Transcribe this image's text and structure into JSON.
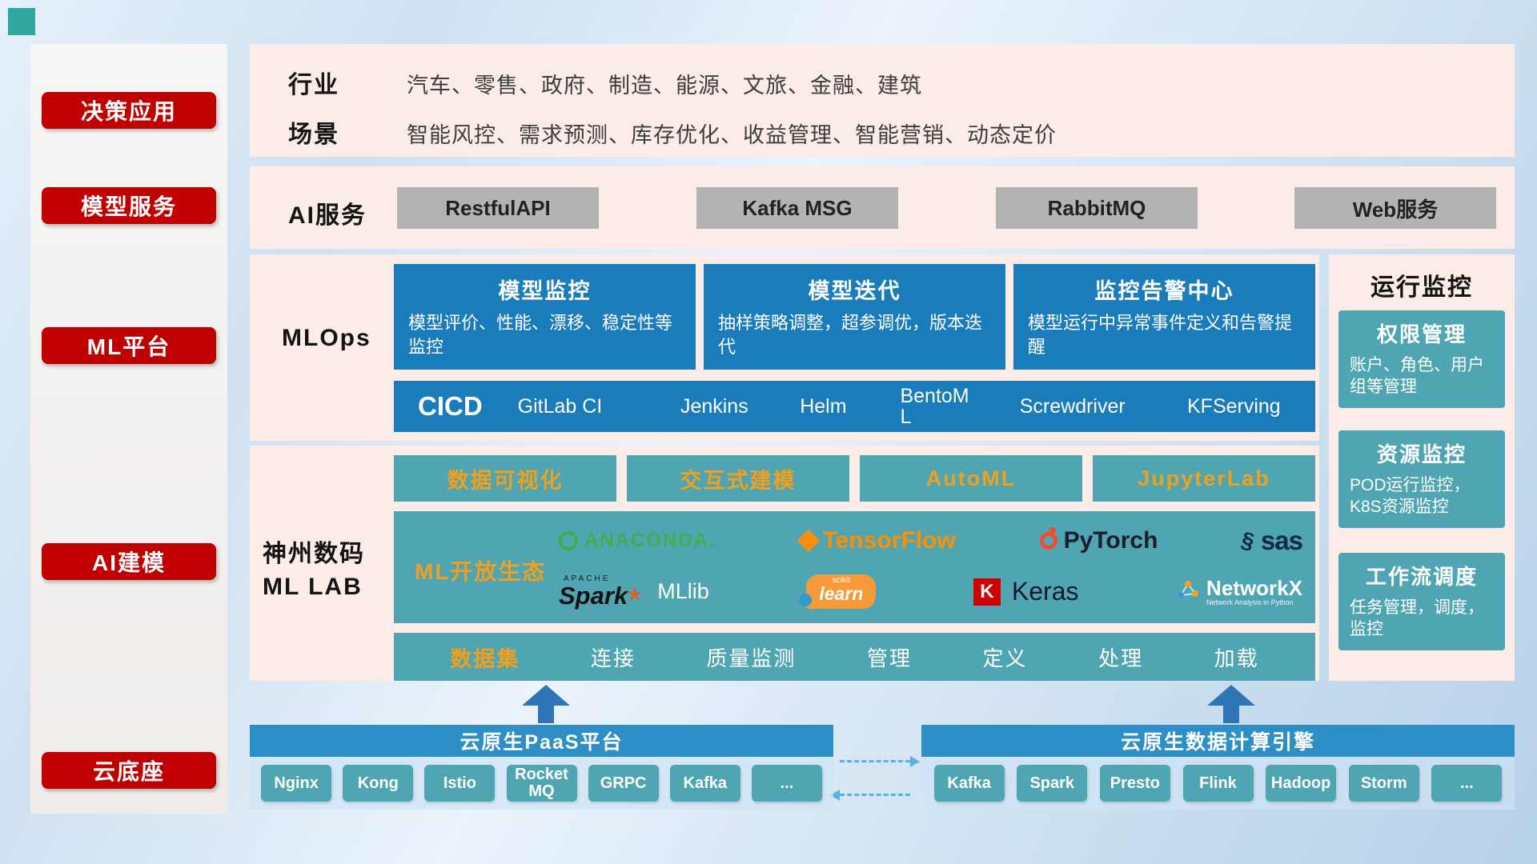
{
  "sidebar": {
    "items": [
      {
        "label": "决策应用"
      },
      {
        "label": "模型服务"
      },
      {
        "label": "ML平台"
      },
      {
        "label": "AI建模"
      },
      {
        "label": "云底座"
      }
    ]
  },
  "industry": {
    "row1_label": "行业",
    "row1_value": "汽车、零售、政府、制造、能源、文旅、金融、建筑",
    "row2_label": "场景",
    "row2_value": "智能风控、需求预测、库存优化、收益管理、智能营销、动态定价"
  },
  "ai_services": {
    "label": "AI服务",
    "items": [
      {
        "label": "RestfulAPI"
      },
      {
        "label": "Kafka MSG"
      },
      {
        "label": "RabbitMQ"
      },
      {
        "label": "Web服务"
      }
    ]
  },
  "mlops": {
    "label": "MLOps",
    "cards": [
      {
        "title": "模型监控",
        "desc": "模型评价、性能、漂移、稳定性等监控"
      },
      {
        "title": "模型迭代",
        "desc": "抽样策略调整，超参调优，版本迭代"
      },
      {
        "title": "监控告警中心",
        "desc": "模型运行中异常事件定义和告警提醒"
      }
    ],
    "cicd": {
      "title": "CICD",
      "items": [
        {
          "label": "GitLab CI"
        },
        {
          "label": "Jenkins"
        },
        {
          "label": "Helm"
        },
        {
          "label": "BentoML"
        },
        {
          "label": "Screwdriver"
        },
        {
          "label": "KFServing"
        }
      ]
    }
  },
  "mllab": {
    "label_line1": "神州数码",
    "label_line2": "ML LAB",
    "tools": [
      {
        "label": "数据可视化"
      },
      {
        "label": "交互式建模"
      },
      {
        "label": "AutoML"
      },
      {
        "label": "JupyterLab"
      }
    ],
    "ecosystem": {
      "label": "ML开放生态",
      "logos": {
        "anaconda": "ANACONDA.",
        "tensorflow": "TensorFlow",
        "pytorch": "PyTorch",
        "sas": "sas",
        "spark_prefix": "APACHE",
        "spark": "Spark",
        "spark_suffix": "MLlib",
        "sklearn_prefix": "scikit",
        "sklearn": "learn",
        "keras_initial": "K",
        "keras": "Keras",
        "networkx": "NetworkX",
        "networkx_sub": "Network Analysis in Python"
      }
    },
    "data_row": {
      "label": "数据集",
      "items": [
        {
          "label": "连接"
        },
        {
          "label": "质量监测"
        },
        {
          "label": "管理"
        },
        {
          "label": "定义"
        },
        {
          "label": "处理"
        },
        {
          "label": "加载"
        }
      ]
    }
  },
  "monitoring": {
    "title": "运行监控",
    "cards": [
      {
        "title": "权限管理",
        "desc": "账户、角色、用户组等管理"
      },
      {
        "title": "资源监控",
        "desc": "POD运行监控，K8S资源监控"
      },
      {
        "title": "工作流调度",
        "desc": "任务管理，调度，监控"
      }
    ]
  },
  "cloud": {
    "paas": {
      "title": "云原生PaaS平台",
      "items": [
        {
          "label": "Nginx"
        },
        {
          "label": "Kong"
        },
        {
          "label": "Istio"
        },
        {
          "label": "RocketMQ"
        },
        {
          "label": "GRPC"
        },
        {
          "label": "Kafka"
        },
        {
          "label": "..."
        }
      ]
    },
    "engine": {
      "title": "云原生数据计算引擎",
      "items": [
        {
          "label": "Kafka"
        },
        {
          "label": "Spark"
        },
        {
          "label": "Presto"
        },
        {
          "label": "Flink"
        },
        {
          "label": "Hadoop"
        },
        {
          "label": "Storm"
        },
        {
          "label": "..."
        }
      ]
    }
  },
  "colors": {
    "accent_red": "#c00000",
    "panel_pink": "#fbece8",
    "block_blue": "#1a7cba",
    "block_teal": "#4fa6b2",
    "highlight_orange": "#f0a01e",
    "bar_blue": "#2e8fc6"
  }
}
